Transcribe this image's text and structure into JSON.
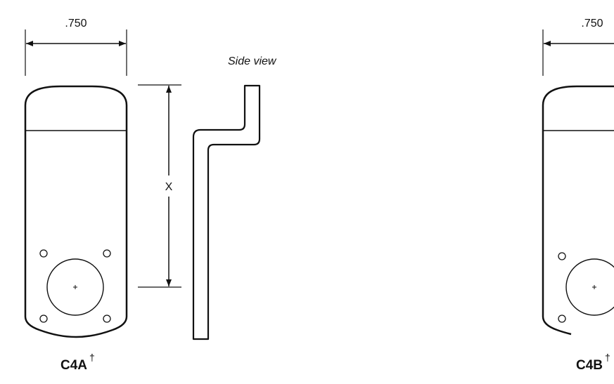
{
  "left_part": {
    "width_dim": ".750",
    "height_dim": "X",
    "side_view_label": "Side view",
    "label": "C4A",
    "label_mark": "†"
  },
  "right_part": {
    "width_dim": ".750",
    "label": "C4B",
    "label_mark": "†"
  },
  "colors": {
    "line": "#111111",
    "background": "#ffffff"
  }
}
